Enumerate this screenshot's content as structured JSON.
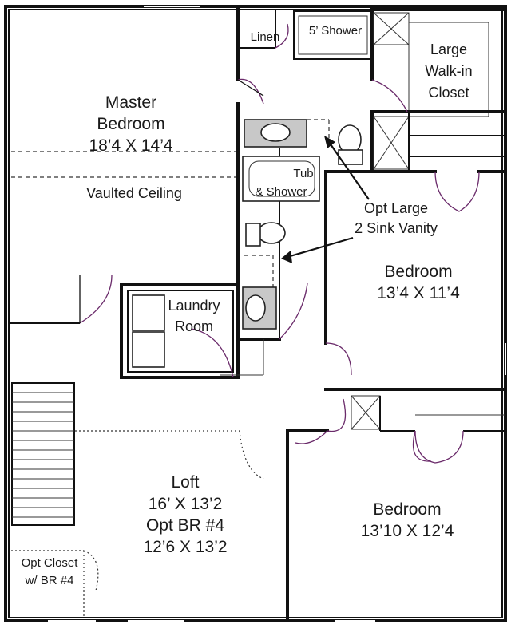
{
  "rooms": {
    "master": {
      "name_line1": "Master",
      "name_line2": "Bedroom",
      "dims": "18’4 X 14’4",
      "ceiling": "Vaulted Ceiling"
    },
    "linen": "Linen",
    "shower": "5’ Shower",
    "closet": {
      "line1": "Large",
      "line2": "Walk-in",
      "line3": "Closet"
    },
    "tub": {
      "line1": "Tub",
      "line2": "& Shower"
    },
    "vanity_note": {
      "line1": "Opt Large",
      "line2": "2 Sink Vanity"
    },
    "laundry": {
      "line1": "Laundry",
      "line2": "Room"
    },
    "bedroom2": {
      "name": "Bedroom",
      "dims": "13’4 X 11’4"
    },
    "loft": {
      "name": "Loft",
      "dims": "16’ X 13’2",
      "opt_label": "Opt BR #4",
      "opt_dims": "12’6  X 13’2"
    },
    "bedroom3": {
      "name": "Bedroom",
      "dims": "13’10 X 12’4"
    },
    "opt_closet": {
      "line1": "Opt Closet",
      "line2": "w/ BR #4"
    }
  }
}
